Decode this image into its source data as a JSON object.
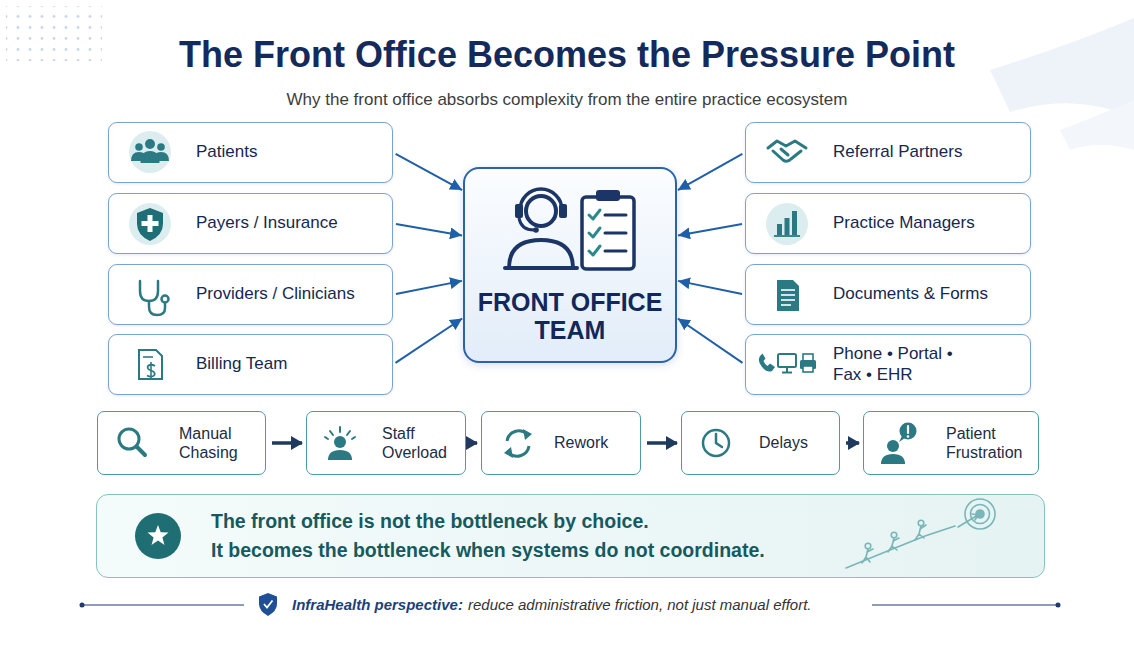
{
  "diagram": {
    "title": "The Front Office Becomes the Pressure Point",
    "nodes": [
      {
        "text": [
          "Patients"
        ]
      },
      {
        "text": [
          "Payers / Insurance"
        ]
      },
      {
        "text": [
          "Providers / Clinicians"
        ]
      },
      {
        "text": [
          "Billing Team"
        ]
      },
      {
        "text": [
          "FRONT OFFICE TEAM"
        ]
      },
      {
        "text": [
          "Referral Partners"
        ]
      },
      {
        "text": [
          "Practice Managers"
        ]
      },
      {
        "text": [
          "Documents & Forms"
        ]
      },
      {
        "text": [
          "Phone • Portal • Fax • EHR"
        ]
      },
      {
        "text": [
          "Manual Chasing"
        ]
      },
      {
        "text": [
          "Staff Overload"
        ]
      },
      {
        "text": [
          "Rework"
        ]
      },
      {
        "text": [
          "Delays"
        ]
      },
      {
        "text": [
          "Patient Frustration"
        ]
      },
      {
        "text": [
          "The front office is not the bottleneck by choice.",
          "It becomes the bottleneck when systems do not coordinate."
        ]
      }
    ],
    "edges": [
      {
        "from": 0,
        "to": 4,
        "arrow": "to"
      },
      {
        "from": 1,
        "to": 4,
        "arrow": "to"
      },
      {
        "from": 2,
        "to": 4,
        "arrow": "to"
      },
      {
        "from": 3,
        "to": 4,
        "arrow": "to"
      },
      {
        "from": 5,
        "to": 4,
        "arrow": "to"
      },
      {
        "from": 6,
        "to": 4,
        "arrow": "to"
      },
      {
        "from": 7,
        "to": 4,
        "arrow": "to"
      },
      {
        "from": 8,
        "to": 4,
        "arrow": "to"
      },
      {
        "from": 9,
        "to": 10,
        "arrow": "to"
      },
      {
        "from": 10,
        "to": 11,
        "arrow": "to"
      },
      {
        "from": 11,
        "to": 12,
        "arrow": "to"
      },
      {
        "from": 12,
        "to": 13,
        "arrow": "to"
      }
    ],
    "labels": [
      "Why the front office absorbs complexity from the entire practice ecosystem",
      "InfraHealth perspective:",
      "reduce administrative friction, not just manual effort."
    ]
  }
}
